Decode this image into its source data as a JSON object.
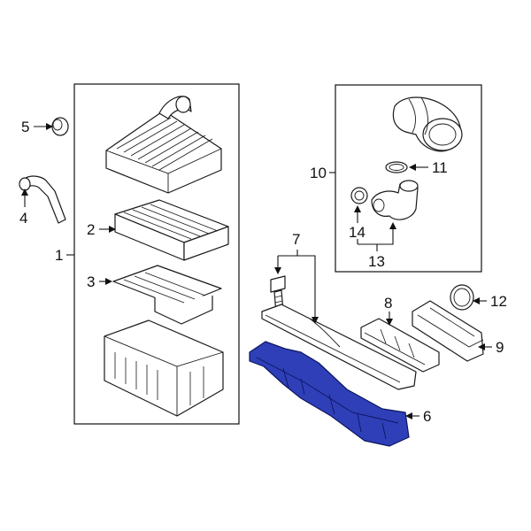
{
  "callouts": [
    {
      "id": "1",
      "text": "1"
    },
    {
      "id": "2",
      "text": "2"
    },
    {
      "id": "3",
      "text": "3"
    },
    {
      "id": "4",
      "text": "4"
    },
    {
      "id": "5",
      "text": "5"
    },
    {
      "id": "6",
      "text": "6"
    },
    {
      "id": "7",
      "text": "7"
    },
    {
      "id": "8",
      "text": "8"
    },
    {
      "id": "9",
      "text": "9"
    },
    {
      "id": "10",
      "text": "10"
    },
    {
      "id": "11",
      "text": "11"
    },
    {
      "id": "12",
      "text": "12"
    },
    {
      "id": "13",
      "text": "13"
    },
    {
      "id": "14",
      "text": "14"
    }
  ],
  "colors": {
    "highlight": "#2f3fb8",
    "line": "#1a1a1a",
    "background": "#ffffff"
  },
  "highlighted_part": "6"
}
